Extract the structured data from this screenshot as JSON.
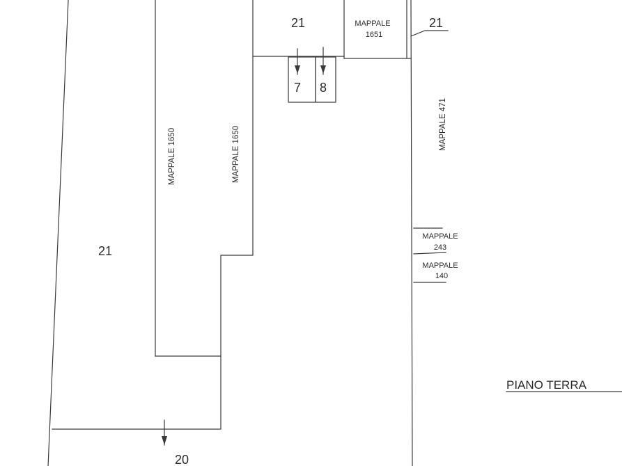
{
  "labels": {
    "sub_21_left": "21",
    "sub_21_top": "21",
    "sub_21_right": "21",
    "sub_20": "20",
    "sub_7": "7",
    "sub_8": "8",
    "mappale_1650_a": "MAPPALE 1650",
    "mappale_1650_b": "MAPPALE 1650",
    "mappale_1651_line1": "MAPPALE",
    "mappale_1651_line2": "1651",
    "mappale_471": "MAPPALE 471",
    "mappale_243_line1": "MAPPALE",
    "mappale_243_line2": "243",
    "mappale_140_line1": "MAPPALE",
    "mappale_140_line2": "140",
    "floor_title": "PIANO TERRA"
  },
  "colors": {
    "line": "#3a3a3a",
    "text": "#2a2a2a",
    "background": "#ffffff"
  }
}
